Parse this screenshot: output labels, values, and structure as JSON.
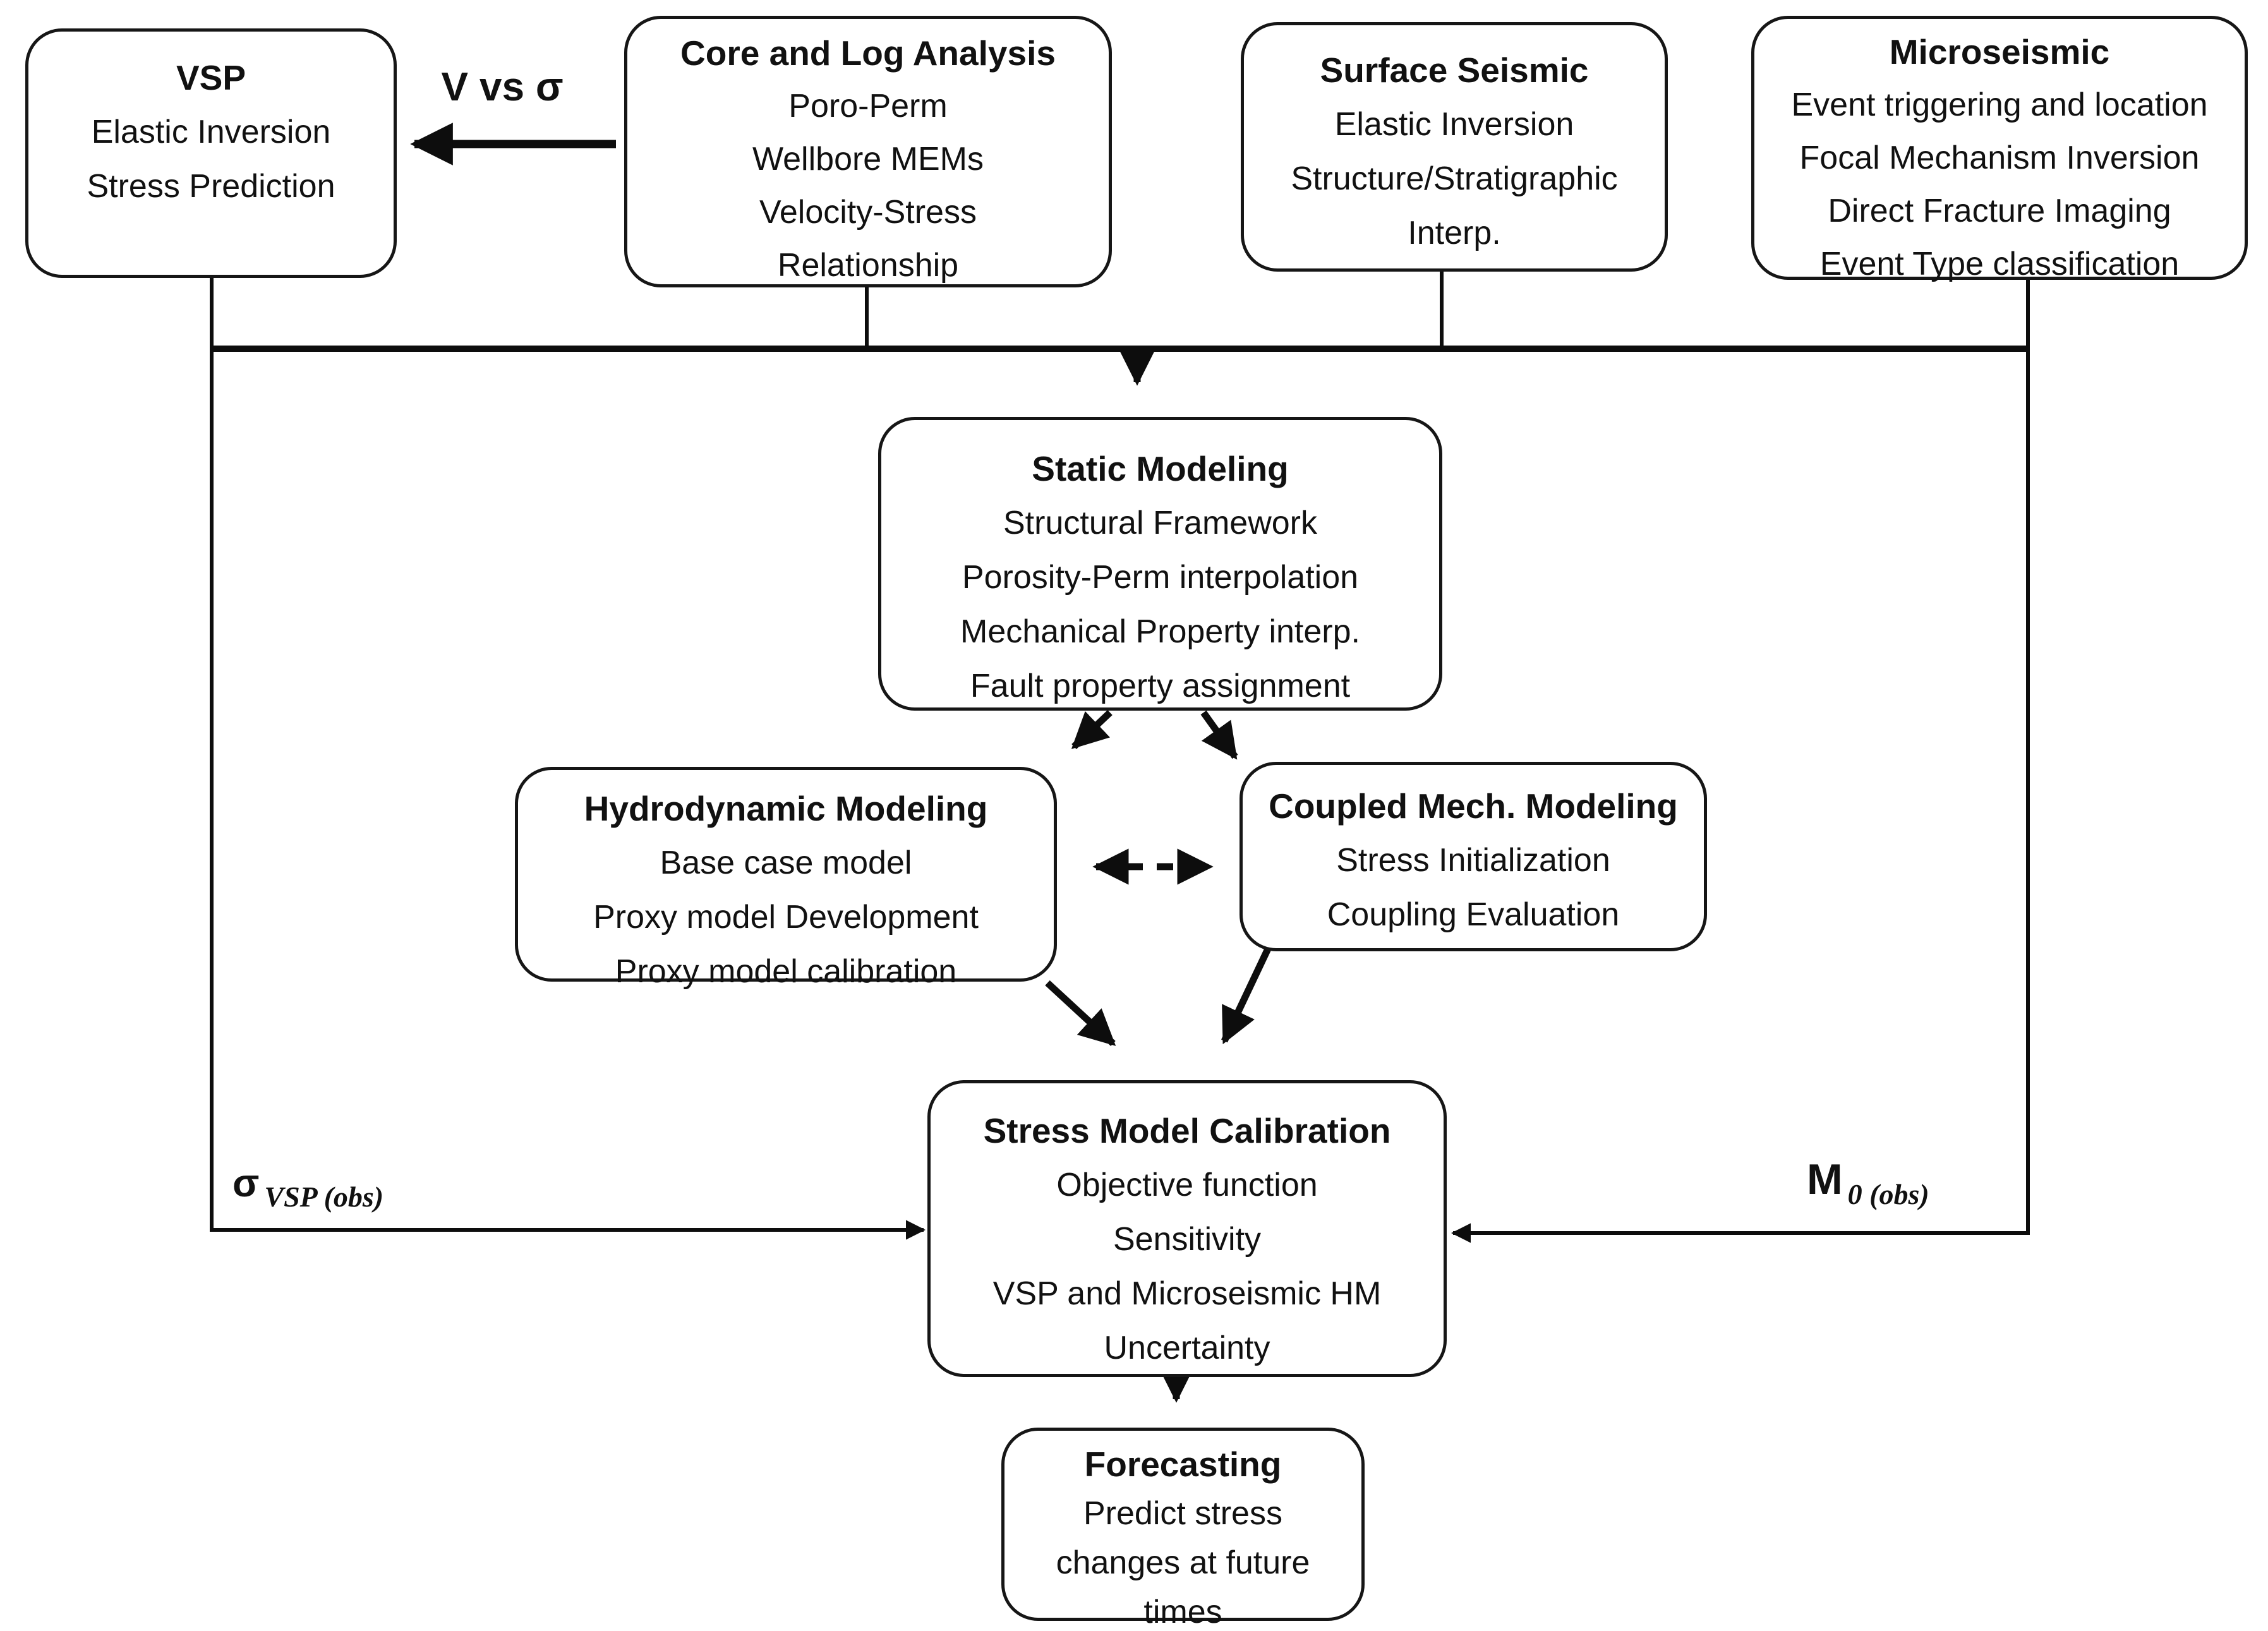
{
  "diagram": {
    "title": "Stress model calibration workflow",
    "colors": {
      "background": "#ffffff",
      "ink": "#0d0d0d"
    },
    "boxes": [
      {
        "id": "vsp",
        "title": "VSP",
        "lines": [
          "Elastic Inversion",
          "Stress Prediction"
        ]
      },
      {
        "id": "core-log",
        "title": "Core and Log Analysis",
        "lines": [
          "Poro-Perm",
          "Wellbore MEMs",
          "Velocity-Stress",
          "Relationship"
        ]
      },
      {
        "id": "surface-seismic",
        "title": "Surface Seismic",
        "lines": [
          "Elastic Inversion",
          "Structure/Stratigraphic",
          "Interp."
        ]
      },
      {
        "id": "microseismic",
        "title": "Microseismic",
        "lines": [
          "Event triggering and location",
          "Focal Mechanism Inversion",
          "Direct Fracture Imaging",
          "Event Type classification"
        ]
      },
      {
        "id": "static-modeling",
        "title": "Static Modeling",
        "lines": [
          "Structural Framework",
          "Porosity-Perm interpolation",
          "Mechanical Property interp.",
          "Fault property assignment"
        ]
      },
      {
        "id": "hydrodynamic-modeling",
        "title": "Hydrodynamic Modeling",
        "lines": [
          "Base case model",
          "Proxy model Development",
          "Proxy model calibration"
        ]
      },
      {
        "id": "coupled-mech-modeling",
        "title": "Coupled Mech. Modeling",
        "lines": [
          "Stress Initialization",
          "Coupling Evaluation"
        ]
      },
      {
        "id": "stress-model-calibration",
        "title": "Stress Model Calibration",
        "lines": [
          "Objective function",
          "Sensitivity",
          "VSP and Microseismic HM",
          "Uncertainty"
        ]
      },
      {
        "id": "forecasting",
        "title": "Forecasting",
        "lines": [
          "Predict stress",
          "changes at future",
          "times"
        ]
      }
    ],
    "labels": {
      "v_vs_sigma": "V vs σ",
      "sigma_vsp_obs": {
        "base": "σ",
        "sub": "VSP (obs)"
      },
      "m0_obs": {
        "base": "M",
        "sub": "0 (obs)"
      }
    }
  }
}
